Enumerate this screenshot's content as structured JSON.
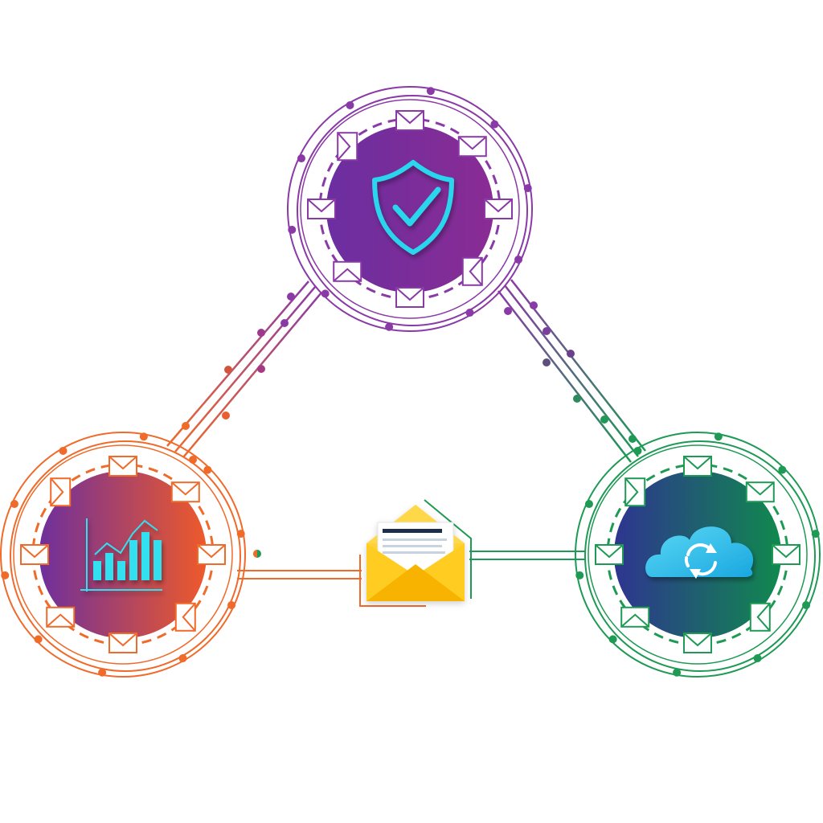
{
  "nodes": [
    {
      "id": "security",
      "icon": "shield-check-icon",
      "ring_color": "#8a3aa6",
      "gradient": [
        "#6b2ea0",
        "#8a2c94"
      ],
      "icon_color": "#29d6ee"
    },
    {
      "id": "analytics",
      "icon": "bar-chart-icon",
      "ring_color": "#f06a2a",
      "gradient": [
        "#6e2f9c",
        "#ee5a2a"
      ],
      "icon_color": "#33e0f0"
    },
    {
      "id": "cloud-sync",
      "icon": "cloud-sync-icon",
      "ring_color": "#1e9a55",
      "gradient": [
        "#2e3590",
        "#10894e"
      ],
      "icon_color": "#2ec6ee"
    }
  ],
  "hub": {
    "icon": "open-envelope-icon",
    "colors": {
      "body": "#ffc21a",
      "flap": "#ffd84a",
      "edge": "#f0a800"
    }
  },
  "ring_icon": "envelope-icon",
  "connectors": [
    {
      "from": "security",
      "to": "analytics",
      "colors": [
        "#8a3aa6",
        "#f06a2a"
      ]
    },
    {
      "from": "security",
      "to": "cloud-sync",
      "colors": [
        "#8a3aa6",
        "#1e9a55"
      ]
    },
    {
      "from": "analytics",
      "to": "hub",
      "colors": [
        "#f06a2a"
      ]
    },
    {
      "from": "hub",
      "to": "cloud-sync",
      "colors": [
        "#1e9a55"
      ]
    }
  ]
}
